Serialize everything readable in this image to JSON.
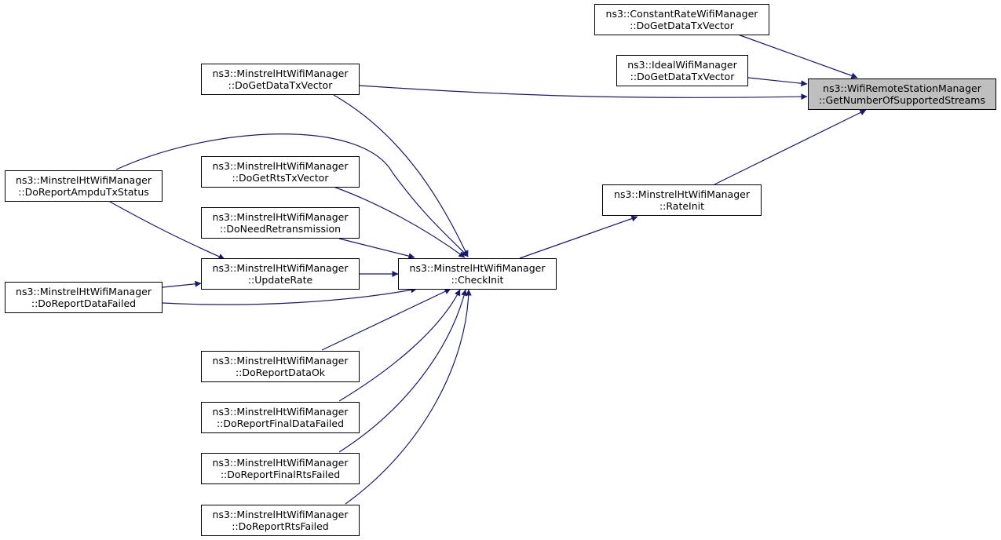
{
  "colors": {
    "edge": "#191970",
    "focus_fill": "#bfbfbf",
    "node_fill": "#ffffff"
  },
  "nodes": {
    "target": {
      "line1": "ns3::WifiRemoteStationManager",
      "line2": "::GetNumberOfSupportedStreams"
    },
    "constant_rate": {
      "line1": "ns3::ConstantRateWifiManager",
      "line2": "::DoGetDataTxVector"
    },
    "ideal": {
      "line1": "ns3::IdealWifiManager",
      "line2": "::DoGetDataTxVector"
    },
    "minstrel_get_data_tx": {
      "line1": "ns3::MinstrelHtWifiManager",
      "line2": "::DoGetDataTxVector"
    },
    "rate_init": {
      "line1": "ns3::MinstrelHtWifiManager",
      "line2": "::RateInit"
    },
    "check_init": {
      "line1": "ns3::MinstrelHtWifiManager",
      "line2": "::CheckInit"
    },
    "report_ampdu": {
      "line1": "ns3::MinstrelHtWifiManager",
      "line2": "::DoReportAmpduTxStatus"
    },
    "get_rts_tx": {
      "line1": "ns3::MinstrelHtWifiManager",
      "line2": "::DoGetRtsTxVector"
    },
    "need_retrans": {
      "line1": "ns3::MinstrelHtWifiManager",
      "line2": "::DoNeedRetransmission"
    },
    "update_rate": {
      "line1": "ns3::MinstrelHtWifiManager",
      "line2": "::UpdateRate"
    },
    "report_data_failed": {
      "line1": "ns3::MinstrelHtWifiManager",
      "line2": "::DoReportDataFailed"
    },
    "report_data_ok": {
      "line1": "ns3::MinstrelHtWifiManager",
      "line2": "::DoReportDataOk"
    },
    "report_final_data_failed": {
      "line1": "ns3::MinstrelHtWifiManager",
      "line2": "::DoReportFinalDataFailed"
    },
    "report_final_rts_failed": {
      "line1": "ns3::MinstrelHtWifiManager",
      "line2": "::DoReportFinalRtsFailed"
    },
    "report_rts_failed": {
      "line1": "ns3::MinstrelHtWifiManager",
      "line2": "::DoReportRtsFailed"
    }
  }
}
